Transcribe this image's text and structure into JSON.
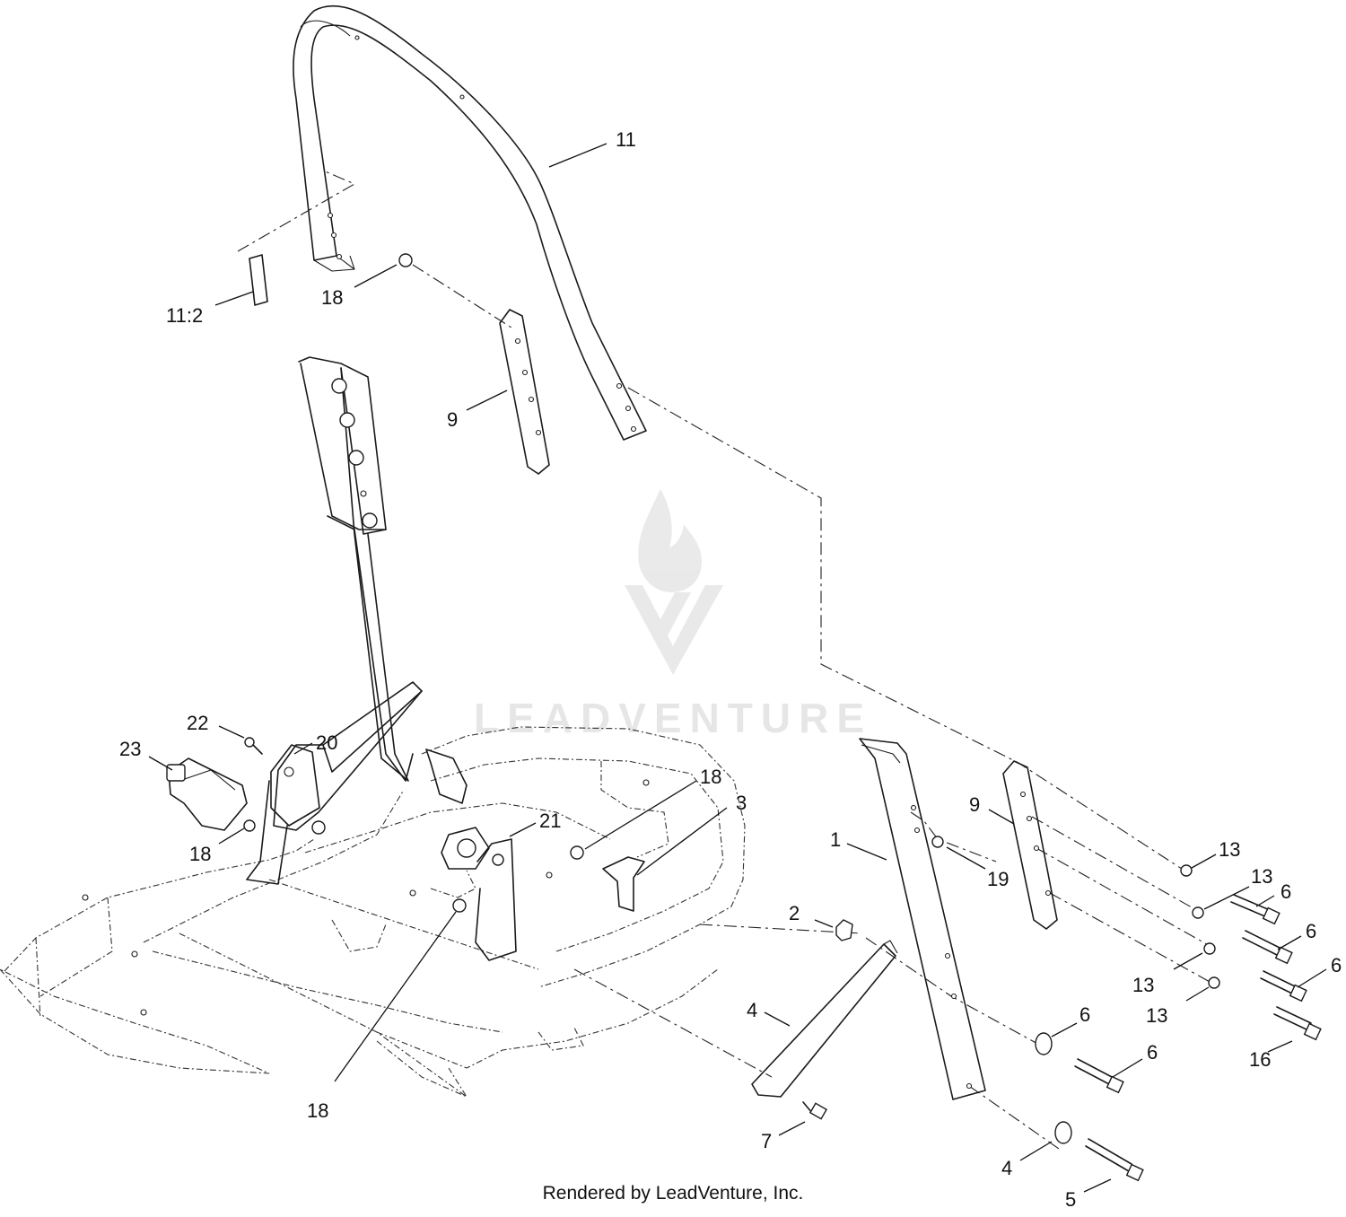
{
  "watermark": {
    "brand": "LEADVENTURE",
    "logo": "leadventure-flame-v-logo"
  },
  "footer": {
    "text": "Rendered by LeadVenture, Inc."
  },
  "callouts": [
    {
      "key": "c11",
      "label": "11"
    },
    {
      "key": "c11_2",
      "label": "11:2"
    },
    {
      "key": "c18a",
      "label": "18"
    },
    {
      "key": "c9a",
      "label": "9"
    },
    {
      "key": "c22",
      "label": "22"
    },
    {
      "key": "c20",
      "label": "20"
    },
    {
      "key": "c23",
      "label": "23"
    },
    {
      "key": "c18b",
      "label": "18"
    },
    {
      "key": "c18c",
      "label": "18"
    },
    {
      "key": "c21",
      "label": "21"
    },
    {
      "key": "c3",
      "label": "3"
    },
    {
      "key": "c18d",
      "label": "18"
    },
    {
      "key": "c1",
      "label": "1"
    },
    {
      "key": "c19",
      "label": "19"
    },
    {
      "key": "c9b",
      "label": "9"
    },
    {
      "key": "c13a",
      "label": "13"
    },
    {
      "key": "c13b",
      "label": "13"
    },
    {
      "key": "c6a",
      "label": "6"
    },
    {
      "key": "c6b",
      "label": "6"
    },
    {
      "key": "c13c",
      "label": "13"
    },
    {
      "key": "c6c",
      "label": "6"
    },
    {
      "key": "c13d",
      "label": "13"
    },
    {
      "key": "c16",
      "label": "16"
    },
    {
      "key": "c2",
      "label": "2"
    },
    {
      "key": "c4a",
      "label": "4"
    },
    {
      "key": "c6d",
      "label": "6"
    },
    {
      "key": "c6e",
      "label": "6"
    },
    {
      "key": "c7",
      "label": "7"
    },
    {
      "key": "c4b",
      "label": "4"
    },
    {
      "key": "c5",
      "label": "5"
    }
  ]
}
